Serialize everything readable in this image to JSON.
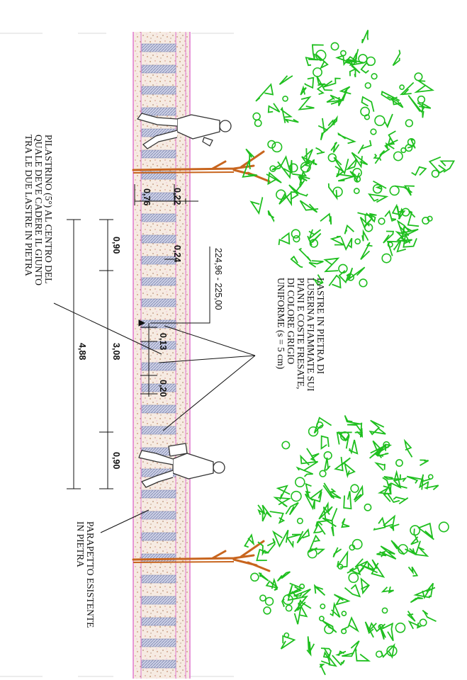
{
  "notes": {
    "pilastrino": [
      "PILASTRINO (5°) AL CENTRO DEL",
      "QUALE DEVE CADERE IL GIUNTO",
      "TRA LE DUE LASTRE IN PIETRA"
    ],
    "lastre": [
      "LASTRE IN PIETRA DI",
      "LUSERNA FIAMMATE SUI",
      "PIANI E COSTE FRESATE,",
      "DI COLORE GRIGIO",
      "UNIFORME (s = 5 cm)"
    ],
    "parapetto": [
      "PARAPETTO ESISTENTE",
      "IN PIETRA"
    ]
  },
  "dimensions": {
    "width_0_76": "0,76",
    "width_0_22": "0,22",
    "width_0_24": "0,24",
    "elevation": "224,96 - 225,00",
    "seg_0_90_a": "0,90",
    "seg_3_08": "3,08",
    "seg_0_90_b": "0,90",
    "total_4_88": "4,88",
    "joint_0_13": "0,13",
    "joint_0_20": "0,20"
  },
  "colors": {
    "tree_foliage": "#1fbf1f",
    "tree_trunk": "#c8651e",
    "paving_pink": "#e07ad0",
    "paving_speckle": "#b8895e",
    "stripes": "#7a84b0",
    "figure": "#333333",
    "line": "#111111"
  }
}
